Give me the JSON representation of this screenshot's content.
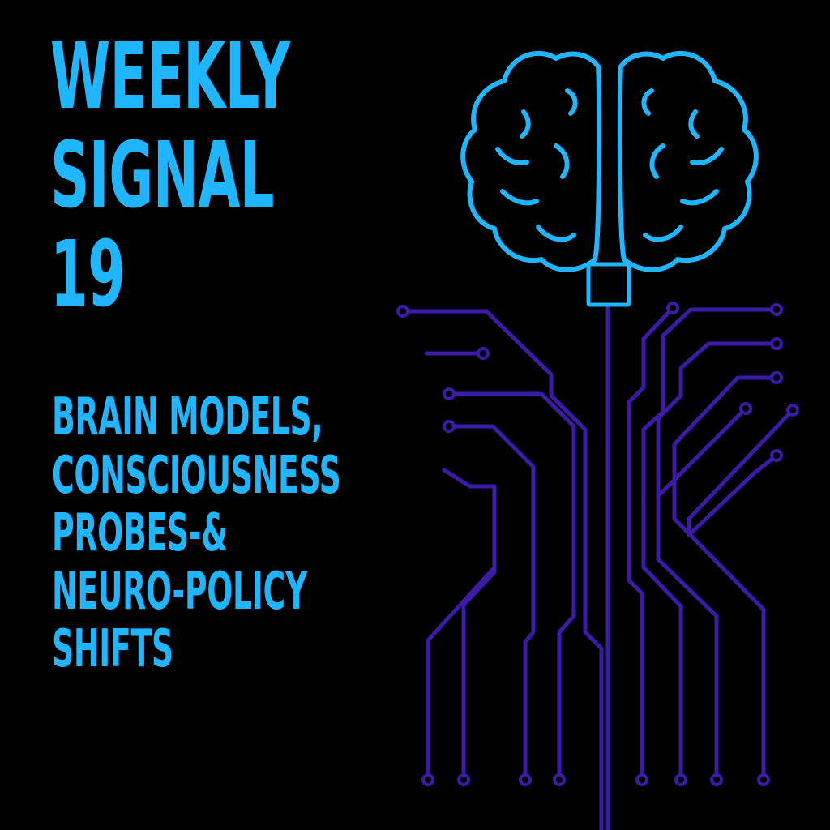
{
  "title": {
    "lines": [
      "WEEKLY",
      "SIGNAL",
      "19"
    ]
  },
  "subtitle": {
    "lines": [
      "BRAIN MODELS,",
      "CONSCIOUSNESS",
      "PROBES-&",
      "NEURO-POLICY",
      "SHIFTS"
    ]
  },
  "graphic": {
    "main_icon": "brain-icon",
    "chip_icon": "chip-square-icon",
    "trace_icon": "circuit-trace-icon"
  },
  "colors": {
    "background": "#000000",
    "accent": "#1FB6FF",
    "trace": "#3B1BA8"
  }
}
